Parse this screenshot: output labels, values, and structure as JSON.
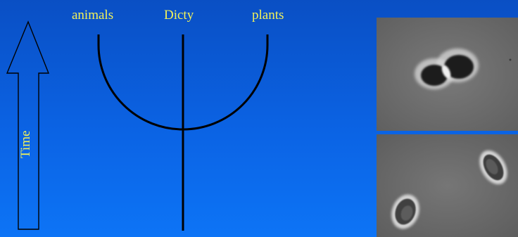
{
  "diagram": {
    "branches": {
      "left": "animals",
      "center": "Dicty",
      "right": "plants"
    },
    "time_label": "Time"
  },
  "colors": {
    "background_top": "#0a4fc4",
    "background_bottom": "#0d74f6",
    "text": "#f2f25a",
    "tree_line": "#000000",
    "arrow_outline": "#000000",
    "photo_gray": "#6e6e6e"
  },
  "images": {
    "top": "phase-contrast micrograph of dividing cell",
    "bottom": "phase-contrast micrograph of two amoebae"
  }
}
